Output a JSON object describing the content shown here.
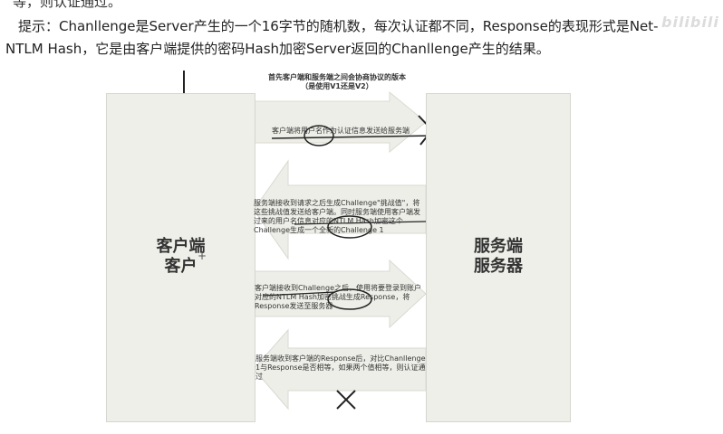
{
  "header_fragment": "等，则认证通过。",
  "paragraph": {
    "line1": "提示：Chanllenge是Server产生的一个16字节的随机数，每次认证都不同，Response的表现形式是Net-",
    "line2": "NTLM Hash，它是由客户端提供的密码Hash加密Server返回的Chanllenge产生的结果。"
  },
  "watermark": "bilibili",
  "diagram": {
    "client_label_1": "客户端",
    "client_label_2": "客户",
    "server_label_1": "服务端",
    "server_label_2": "服务器",
    "messages": {
      "top": "首先客户端和服务端之间会协商协议的版本（是使用V1还是V2）",
      "step1": "客户端将用户名作为认证信息发送给服务端",
      "step2": "服务端接收到请求之后生成Challenge\"挑战值\"，将这些挑战值发送给客户端。同时服务端使用客户端发过来的用户名信息对应的NTLM Hash加密这个Challenge生成一个全新的Challenge 1",
      "step3": "客户端接收到Challenge之后，使用将要登录到账户对应的NTLM Hash加密挑战生成Response，将Response发送至服务器",
      "step4": "服务端收到客户端的Response后，对比Chanllenge 1与Response是否相等，如果两个值相等，则认证通过"
    },
    "colors": {
      "box_fill": "#efefea",
      "arrow_fill": "#eeeee8",
      "annotation_ink": "#222222"
    }
  }
}
